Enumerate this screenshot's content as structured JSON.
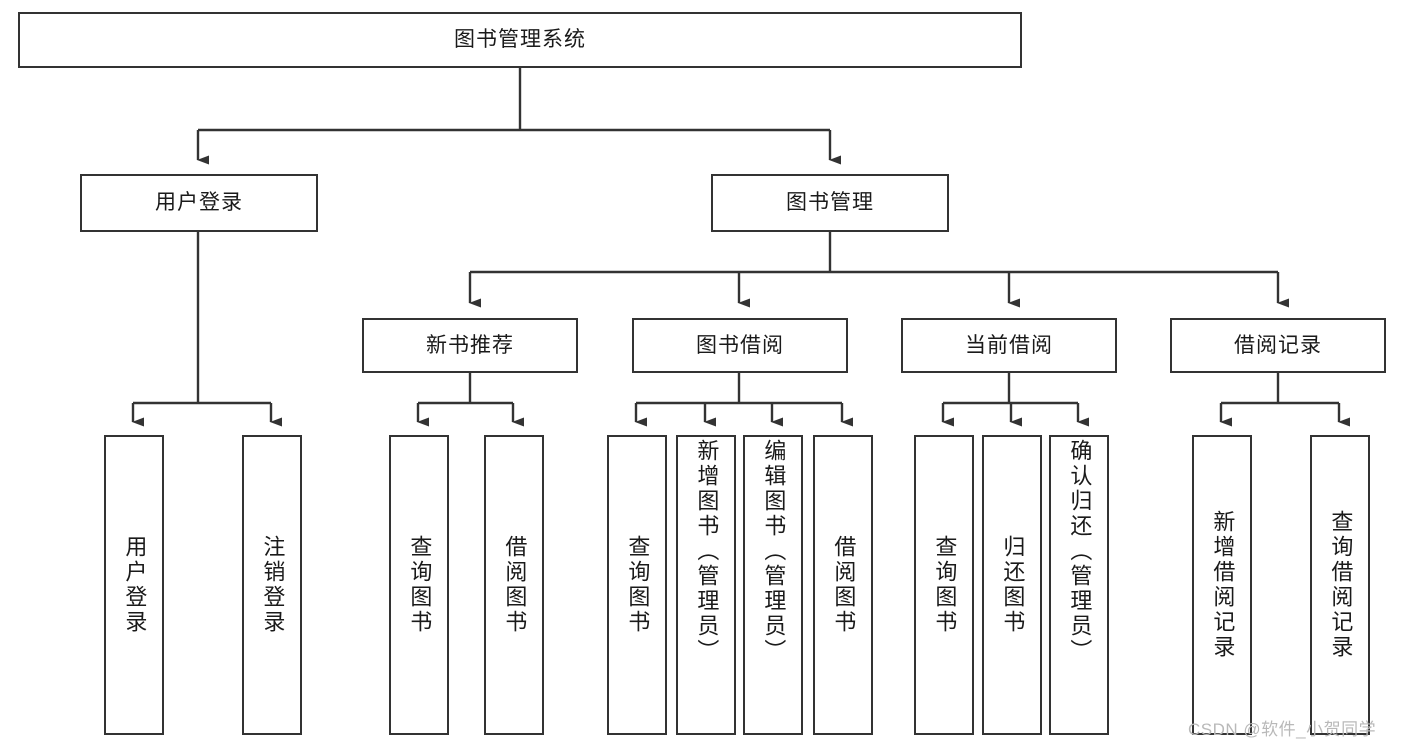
{
  "diagram": {
    "type": "tree-hierarchy-chart",
    "title": "图书管理系统",
    "theme": {
      "box_border": "#333333",
      "box_fill": "#ffffff",
      "line": "#333333",
      "text": "#1a1a1a",
      "watermark": "#b9b9b9",
      "background": "#ffffff"
    },
    "root": {
      "label": "图书管理系统"
    },
    "level2": [
      {
        "label": "用户登录"
      },
      {
        "label": "图书管理"
      }
    ],
    "level3": [
      {
        "label": "新书推荐"
      },
      {
        "label": "图书借阅"
      },
      {
        "label": "当前借阅"
      },
      {
        "label": "借阅记录"
      }
    ],
    "leaves": {
      "user_login": [
        {
          "label": "用户登录"
        },
        {
          "label": "注销登录"
        }
      ],
      "new_book_recommend": [
        {
          "label": "查询图书"
        },
        {
          "label": "借阅图书"
        }
      ],
      "book_borrow": [
        {
          "label": "查询图书"
        },
        {
          "label": "新增图书（管理员）"
        },
        {
          "label": "编辑图书（管理员）"
        },
        {
          "label": "借阅图书"
        }
      ],
      "current_borrow": [
        {
          "label": "查询图书"
        },
        {
          "label": "归还图书"
        },
        {
          "label": "确认归还（管理员）"
        }
      ],
      "borrow_record": [
        {
          "label": "新增借阅记录"
        },
        {
          "label": "查询借阅记录"
        }
      ]
    }
  },
  "watermark": {
    "text": "CSDN @软件_小贺同学"
  }
}
